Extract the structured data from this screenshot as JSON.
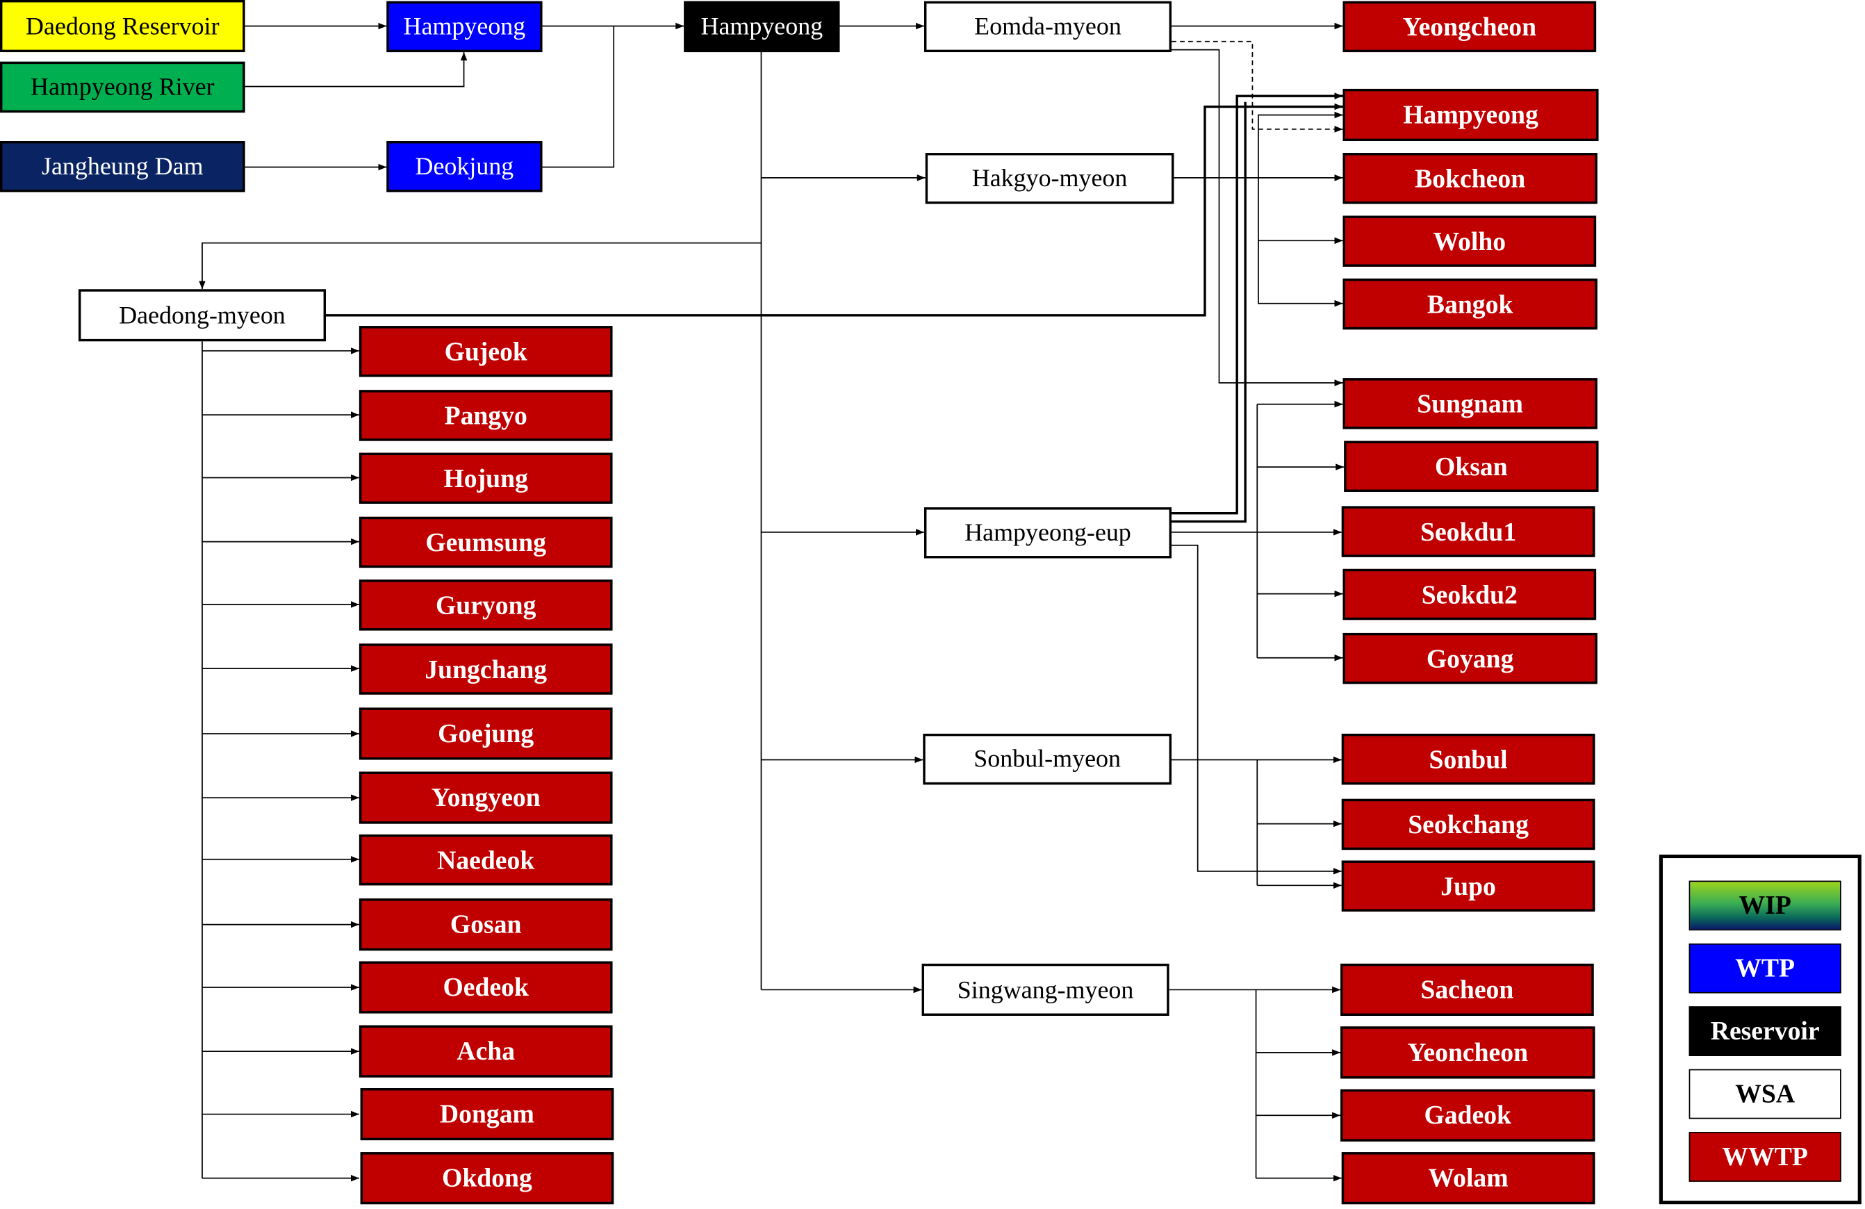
{
  "sources": [
    {
      "id": "daedong-reservoir",
      "label": "Daedong Reservoir",
      "kind": "WIP"
    },
    {
      "id": "hampyeong-river",
      "label": "Hampyeong River",
      "kind": "WIP"
    },
    {
      "id": "jangheung-dam",
      "label": "Jangheung Dam",
      "kind": "WIP"
    }
  ],
  "treatment_plants": [
    {
      "id": "wtp-hampyeong",
      "label": "Hampyeong",
      "kind": "WTP"
    },
    {
      "id": "wtp-deokjung",
      "label": "Deokjung",
      "kind": "WTP"
    }
  ],
  "reservoir": {
    "id": "reservoir-hampyeong",
    "label": "Hampyeong",
    "kind": "Reservoir"
  },
  "service_areas": [
    {
      "id": "eomda",
      "label": "Eomda-myeon",
      "kind": "WSA"
    },
    {
      "id": "hakgyo",
      "label": "Hakgyo-myeon",
      "kind": "WSA"
    },
    {
      "id": "daedong",
      "label": "Daedong-myeon",
      "kind": "WSA"
    },
    {
      "id": "hampyeong-eup",
      "label": "Hampyeong-eup",
      "kind": "WSA"
    },
    {
      "id": "sonbul",
      "label": "Sonbul-myeon",
      "kind": "WSA"
    },
    {
      "id": "singwang",
      "label": "Singwang-myeon",
      "kind": "WSA"
    }
  ],
  "wwtp_right": [
    {
      "id": "yeongcheon",
      "label": "Yeongcheon"
    },
    {
      "id": "hampyeong-wwtp",
      "label": "Hampyeong"
    },
    {
      "id": "bokcheon",
      "label": "Bokcheon"
    },
    {
      "id": "wolho",
      "label": "Wolho"
    },
    {
      "id": "bangok",
      "label": "Bangok"
    },
    {
      "id": "sungnam",
      "label": "Sungnam"
    },
    {
      "id": "oksan",
      "label": "Oksan"
    },
    {
      "id": "seokdu1",
      "label": "Seokdu1"
    },
    {
      "id": "seokdu2",
      "label": "Seokdu2"
    },
    {
      "id": "goyang",
      "label": "Goyang"
    },
    {
      "id": "sonbul-wwtp",
      "label": "Sonbul"
    },
    {
      "id": "seokchang",
      "label": "Seokchang"
    },
    {
      "id": "jupo",
      "label": "Jupo"
    },
    {
      "id": "sacheon",
      "label": "Sacheon"
    },
    {
      "id": "yeoncheon",
      "label": "Yeoncheon"
    },
    {
      "id": "gadeok",
      "label": "Gadeok"
    },
    {
      "id": "wolam",
      "label": "Wolam"
    }
  ],
  "wwtp_left": [
    {
      "id": "gujeok",
      "label": "Gujeok"
    },
    {
      "id": "pangyo",
      "label": "Pangyo"
    },
    {
      "id": "hojung",
      "label": "Hojung"
    },
    {
      "id": "geumsung",
      "label": "Geumsung"
    },
    {
      "id": "guryong",
      "label": "Guryong"
    },
    {
      "id": "jungchang",
      "label": "Jungchang"
    },
    {
      "id": "goejung",
      "label": "Goejung"
    },
    {
      "id": "yongyeon",
      "label": "Yongyeon"
    },
    {
      "id": "naedeok",
      "label": "Naedeok"
    },
    {
      "id": "gosan",
      "label": "Gosan"
    },
    {
      "id": "oedeok",
      "label": "Oedeok"
    },
    {
      "id": "acha",
      "label": "Acha"
    },
    {
      "id": "dongam",
      "label": "Dongam"
    },
    {
      "id": "okdong",
      "label": "Okdong"
    }
  ],
  "legend": [
    {
      "label": "WIP",
      "kind": "WIP"
    },
    {
      "label": "WTP",
      "kind": "WTP"
    },
    {
      "label": "Reservoir",
      "kind": "Reservoir"
    },
    {
      "label": "WSA",
      "kind": "WSA"
    },
    {
      "label": "WWTP",
      "kind": "WWTP"
    }
  ],
  "colors": {
    "wip_daedong": "#ffff00",
    "wip_hampyeong_river": "#00b050",
    "wip_jangheung": "#0a2463",
    "wtp": "#0000ff",
    "reservoir": "#000000",
    "wsa": "#ffffff",
    "wwtp": "#c00000",
    "line": "#000000"
  }
}
